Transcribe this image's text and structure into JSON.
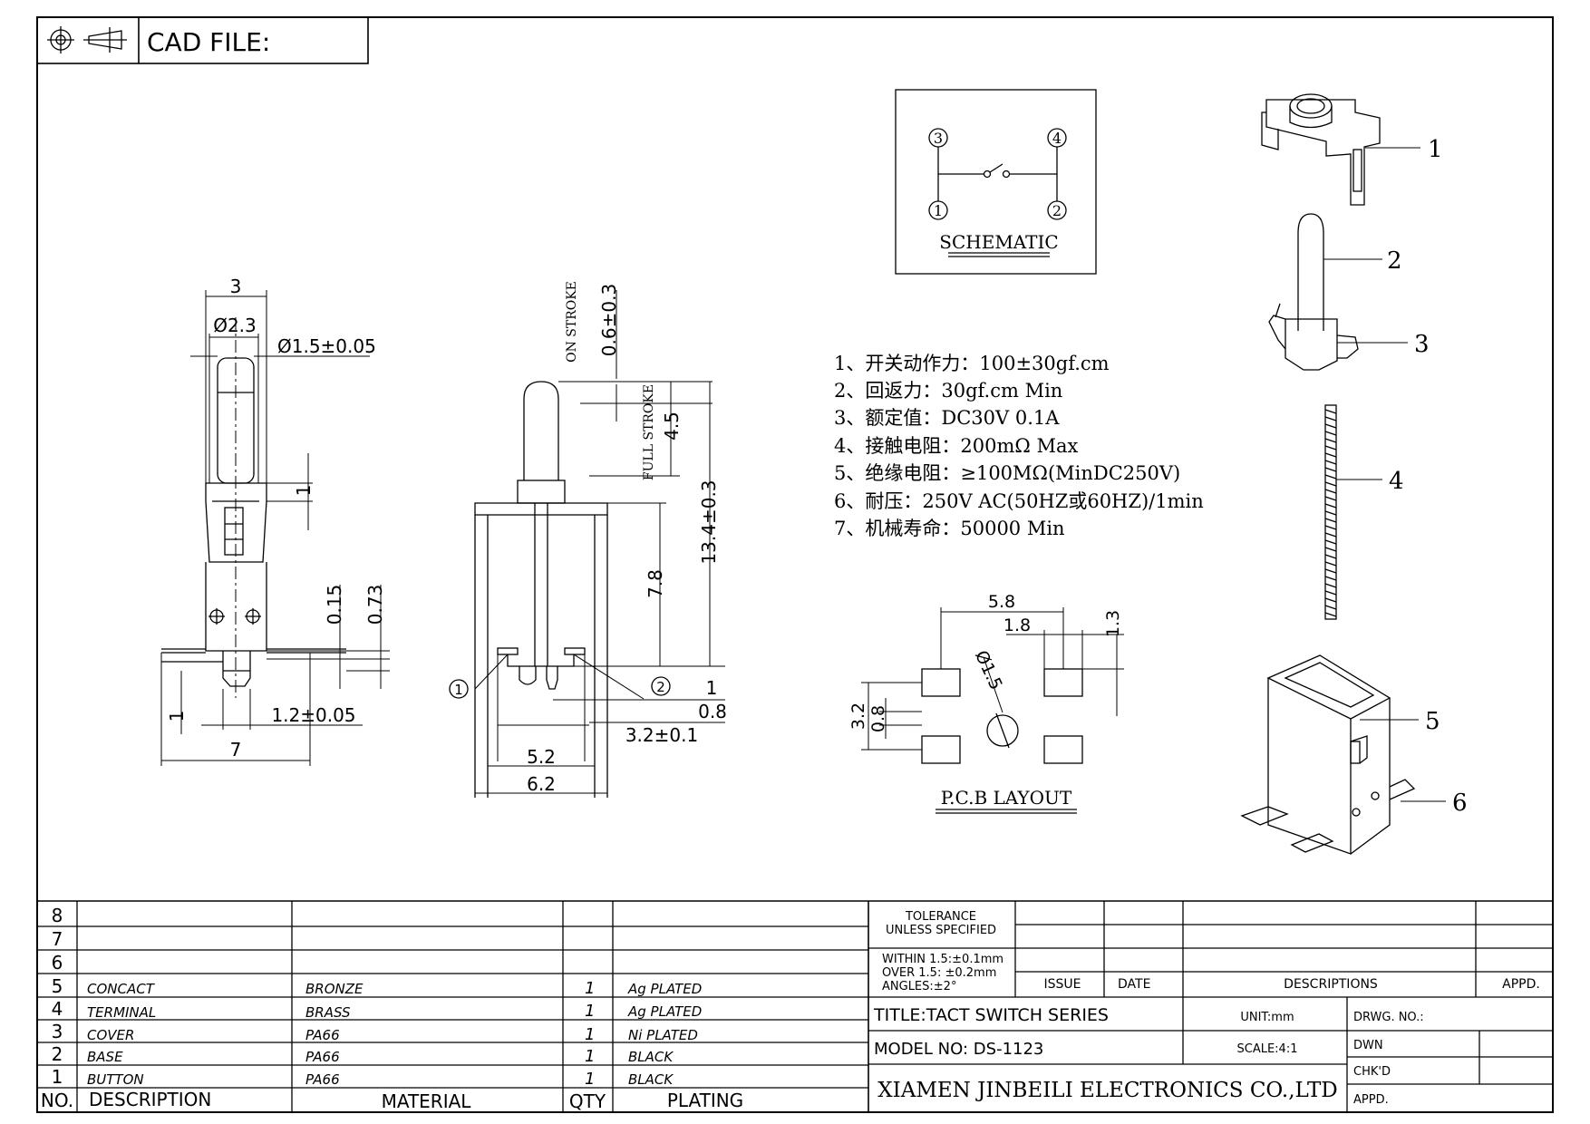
{
  "header": {
    "cad_label": "CAD FILE:"
  },
  "schematic": {
    "title": "SCHEMATIC",
    "pins": [
      "3",
      "4",
      "1",
      "2"
    ]
  },
  "specs": [
    "1、开关动作力：100±30gf.cm",
    "2、回返力：30gf.cm  Min",
    "3、额定值：DC30V 0.1A",
    "4、接触电阻：200mΩ Max",
    "5、绝缘电阻：≥100MΩ(MinDC250V)",
    "6、耐压：250V AC(50HZ或60HZ)/1min",
    "7、机械寿命：50000 Min"
  ],
  "pcb": {
    "title": "P.C.B LAYOUT",
    "dims": [
      "5.8",
      "1.8",
      "1.3",
      "Ø1.5",
      "3.2",
      "0.8"
    ]
  },
  "side_view": {
    "dims": [
      "3",
      "Ø2.3",
      "Ø1.5±0.05",
      "1",
      "0.15",
      "0.73",
      "1.2±0.05",
      "1",
      "7"
    ]
  },
  "front_view": {
    "dims": [
      "ON STROKE",
      "0.6±0.3",
      "FULL STROKE",
      "4.5",
      "13.4±0.3",
      "7.8",
      "1",
      "0.8",
      "3.2±0.1",
      "5.2",
      "6.2"
    ],
    "markers": [
      "1",
      "2"
    ]
  },
  "exploded": {
    "callouts": [
      "1",
      "2",
      "3",
      "4",
      "5",
      "6"
    ]
  },
  "bom": {
    "headers": {
      "no": "NO.",
      "description": "DESCRIPTION",
      "material": "MATERIAL",
      "qty": "QTY",
      "plating": "PLATING"
    },
    "rows": [
      {
        "no": "8",
        "description": "",
        "material": "",
        "qty": "",
        "plating": ""
      },
      {
        "no": "7",
        "description": "",
        "material": "",
        "qty": "",
        "plating": ""
      },
      {
        "no": "6",
        "description": "",
        "material": "",
        "qty": "",
        "plating": ""
      },
      {
        "no": "5",
        "description": "CONCACT",
        "material": "BRONZE",
        "qty": "1",
        "plating": "Ag PLATED"
      },
      {
        "no": "4",
        "description": "TERMINAL",
        "material": "BRASS",
        "qty": "1",
        "plating": "Ag PLATED"
      },
      {
        "no": "3",
        "description": "COVER",
        "material": "PA66",
        "qty": "1",
        "plating": "Ni PLATED"
      },
      {
        "no": "2",
        "description": "BASE",
        "material": "PA66",
        "qty": "1",
        "plating": "BLACK"
      },
      {
        "no": "1",
        "description": "BUTTON",
        "material": "PA66",
        "qty": "1",
        "plating": "BLACK"
      }
    ]
  },
  "title_block": {
    "tolerance_title": [
      "TOLERANCE",
      "UNLESS SPECIFIED"
    ],
    "tolerance_values": [
      "WITHIN 1.5:±0.1mm",
      "OVER 1.5:  ±0.2mm",
      "ANGLES:±2°"
    ],
    "rev_headers": {
      "issue": "ISSUE",
      "date": "DATE",
      "descriptions": "DESCRIPTIONS",
      "appd": "APPD."
    },
    "title": "TITLE:TACT SWITCH SERIES",
    "model": "MODEL NO: DS-1123",
    "company": "XIAMEN JINBEILI ELECTRONICS CO.,LTD",
    "unit": "UNIT:mm",
    "scale": "SCALE:4:1",
    "drwg_no": "DRWG. NO.:",
    "dwn": "DWN",
    "chkd": "CHK'D",
    "appd2": "APPD."
  }
}
